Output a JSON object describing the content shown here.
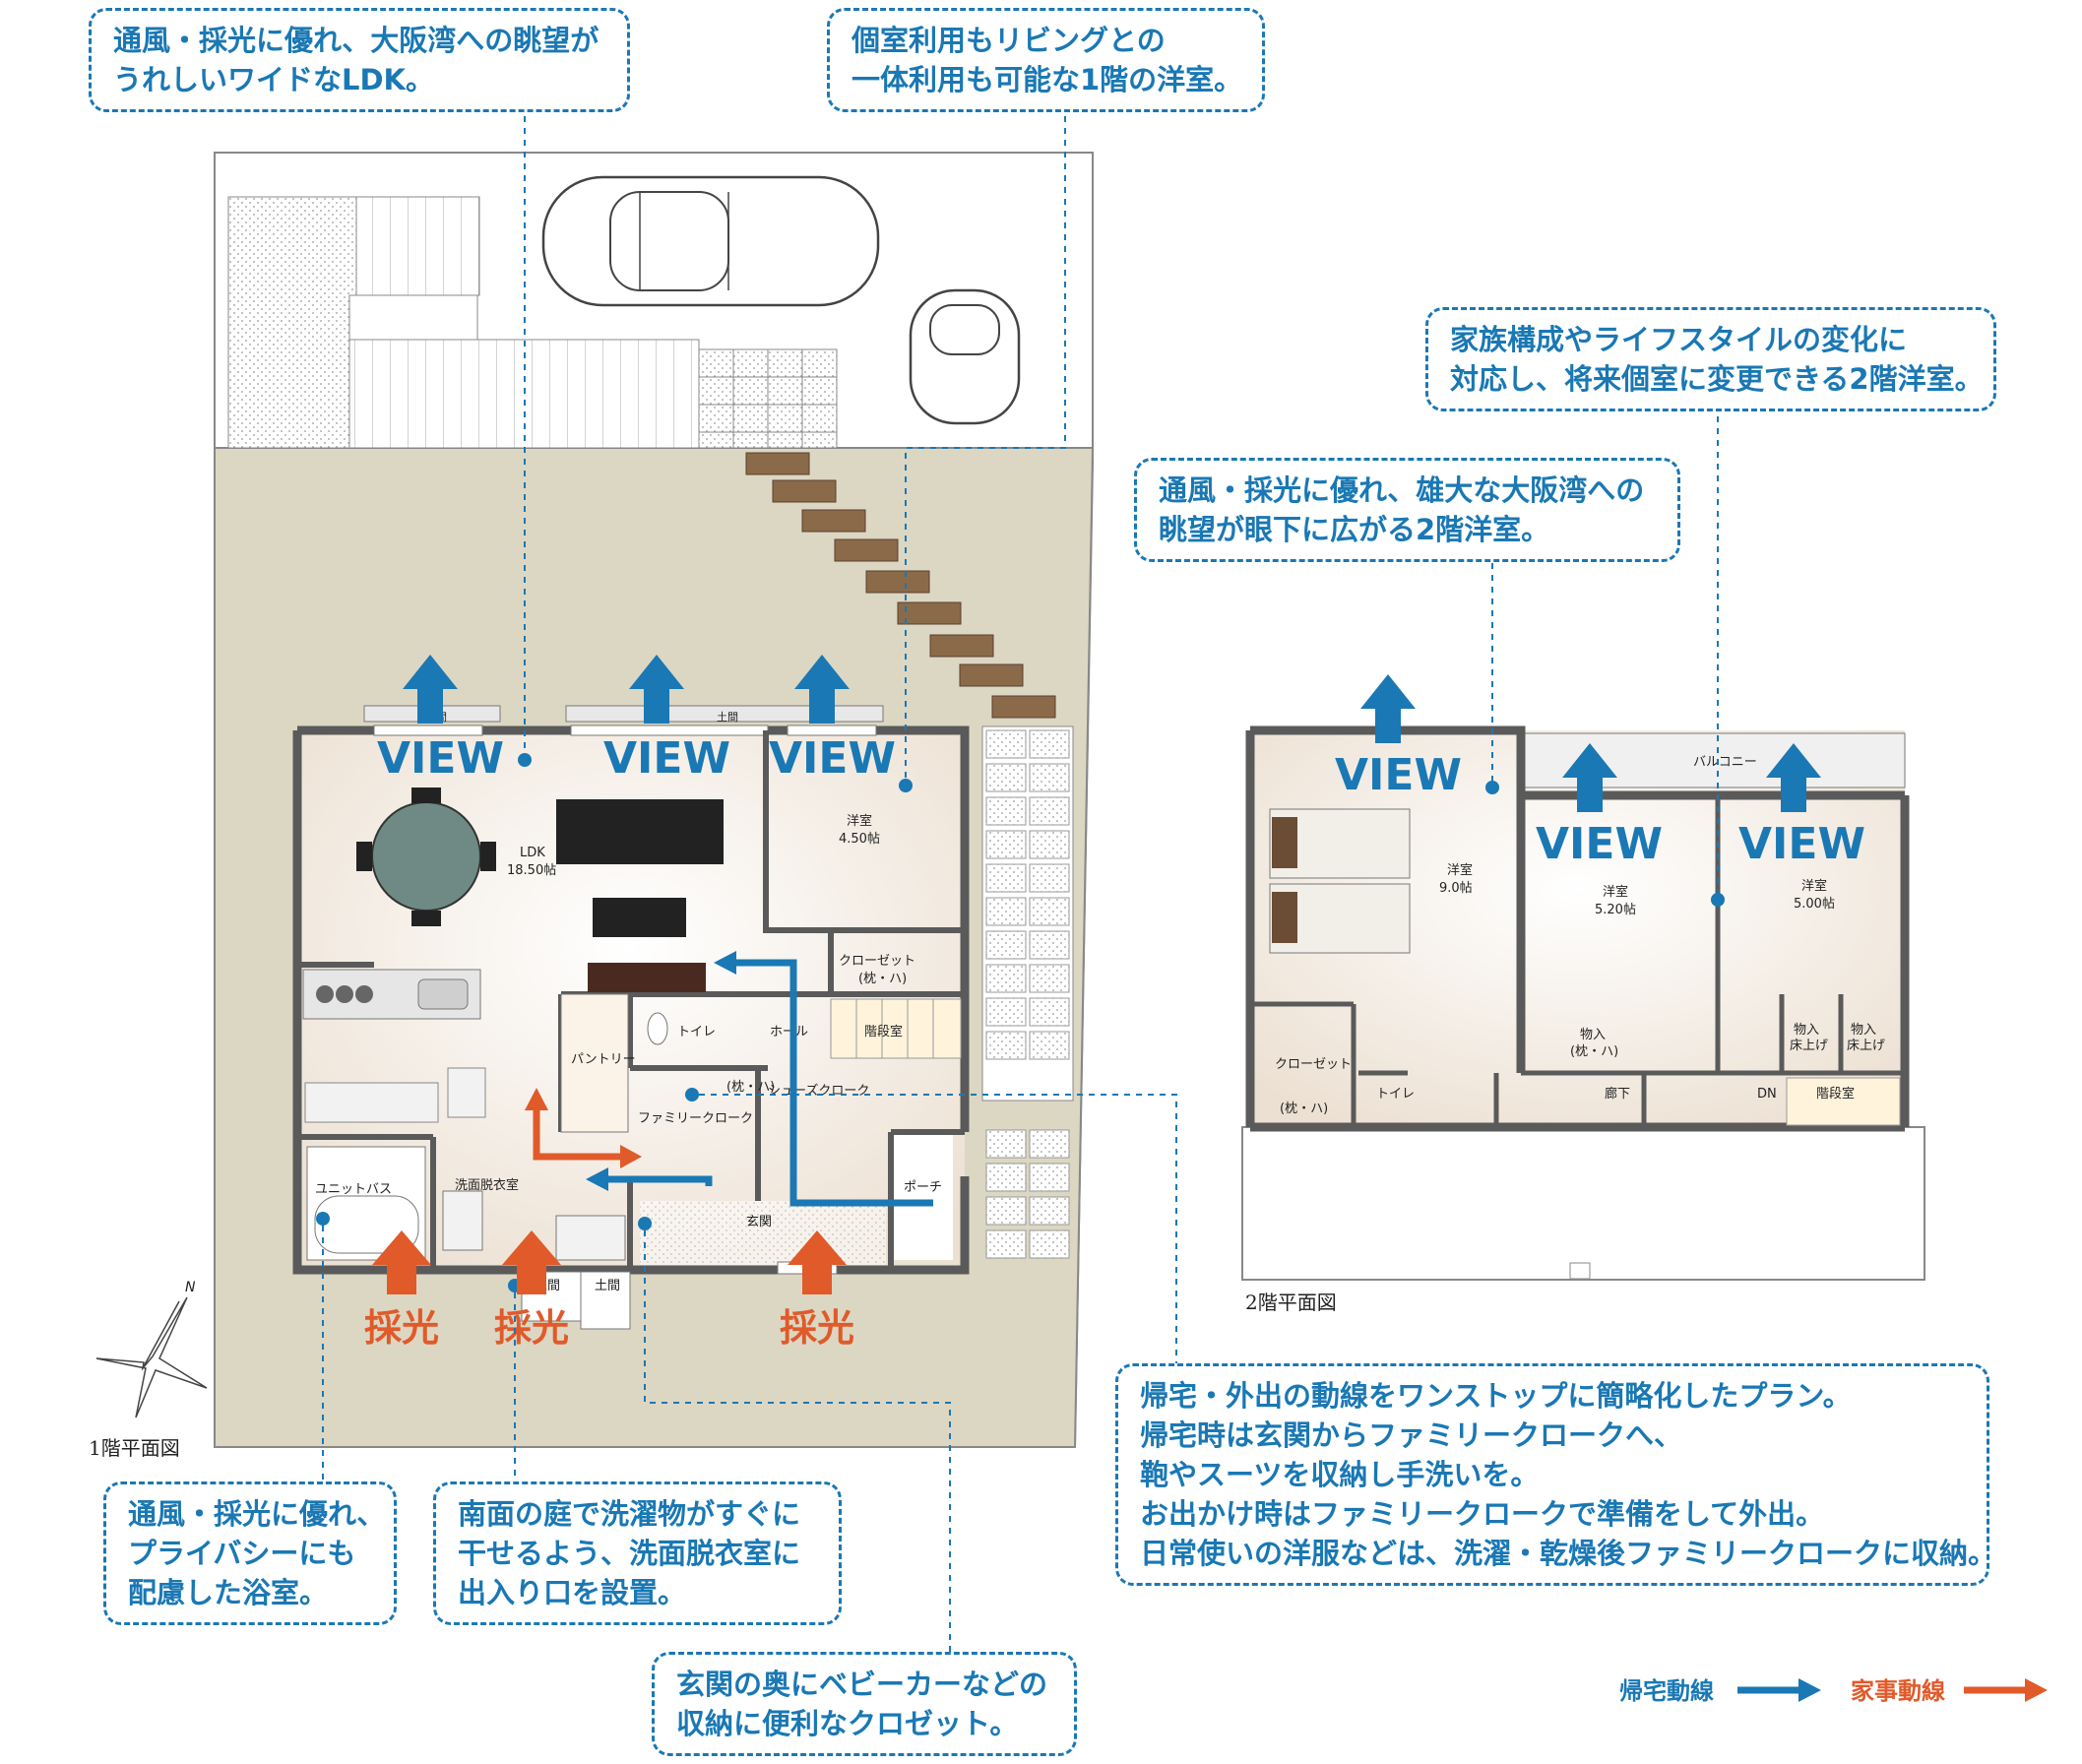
{
  "callouts": {
    "ldk": [
      "通風・採光に優れ、大阪湾への眺望が",
      "うれしいワイドなLDK。"
    ],
    "room1f": [
      "個室利用もリビングとの",
      "一体利用も可能な1階の洋室。"
    ],
    "room2f_change": [
      "家族構成やライフスタイルの変化に",
      "対応し、将来個室に変更できる2階洋室。"
    ],
    "room2f_view": [
      "通風・採光に優れ、雄大な大阪湾への",
      "眺望が眼下に広がる2階洋室。"
    ],
    "bath": [
      "通風・採光に優れ、",
      "プライバシーにも",
      "配慮した浴室。"
    ],
    "laundry": [
      "南面の庭で洗濯物がすぐに",
      "干せるよう、洗面脱衣室に",
      "出入り口を設置。"
    ],
    "closet": [
      "玄関の奥にベビーカーなどの",
      "収納に便利なクロゼット。"
    ],
    "route": [
      "帰宅・外出の動線をワンストップに簡略化したプラン。",
      "帰宅時は玄関からファミリークロークへ、",
      "鞄やスーツを収納し手洗いを。",
      "お出かけ時はファミリークロークで準備をして外出。",
      "日常使いの洋服などは、洗濯・乾燥後ファミリークロークに収納。"
    ]
  },
  "floor1": {
    "label": "1階平面図",
    "ldk": "LDK",
    "ldk_size": "18.50帖",
    "youshitsu": "洋室",
    "youshitsu_size": "4.50帖",
    "closet": "クローゼット",
    "closet_sub": "(枕・ハ)",
    "toilet": "トイレ",
    "hall": "ホール",
    "stairs": "階段室",
    "pantry": "パントリー",
    "family_cloak": "ファミリークローク",
    "family_cloak_sub": "(枕・ハ)",
    "shoe_cloak": "シューズクローク",
    "unit_bath": "ユニットバス",
    "washroom": "洗面脱衣室",
    "entrance": "玄関",
    "porch": "ポーチ",
    "doma": "土間",
    "compass_n": "N"
  },
  "floor2": {
    "label": "2階平面図",
    "balcony": "バルコニー",
    "room_a": "洋室",
    "room_a_size": "9.0帖",
    "room_b": "洋室",
    "room_b_size": "5.20帖",
    "room_c": "洋室",
    "room_c_size": "5.00帖",
    "storage": "物入",
    "storage_sub": "(枕・ハ)",
    "storage_raised": [
      "物入",
      "床上げ"
    ],
    "closet": "クローゼット",
    "closet_sub": "(枕・ハ)",
    "toilet": "トイレ",
    "corridor": "廊下",
    "dn": "DN",
    "stairs": "階段室"
  },
  "labels": {
    "view": "VIEW",
    "light": "採光"
  },
  "legend": {
    "home": "帰宅動線",
    "chore": "家事動線"
  },
  "colors": {
    "blue": "#1a78b4",
    "orange": "#e05a2a",
    "land": "#dcd7c3",
    "wall": "#5a5a5a",
    "floor": "#f4ece2"
  }
}
